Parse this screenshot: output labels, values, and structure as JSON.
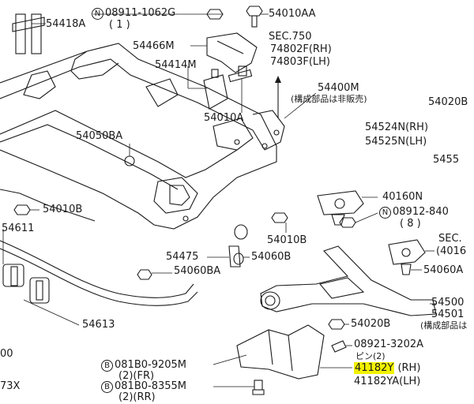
{
  "labels": {
    "p54418A": "54418A",
    "p08911": "08911-1062G",
    "p08911_qty": "( 1 )",
    "p54010AA": "54010AA",
    "p54466M": "54466M",
    "sec750": "SEC.750",
    "p74802F": "74802F(RH)",
    "p74803F": "74803F(LH)",
    "p54414M": "54414M",
    "p54400M": "54400M",
    "p54400M_note": "(構成部品は非販売)",
    "p54020B_r": "54020B",
    "p54524N": "54524N(RH)",
    "p54525N": "54525N(LH)",
    "p54010A": "54010A",
    "p54050BA": "54050BA",
    "p5455x": "5455",
    "p54010B_l": "54010B",
    "p40160N": "40160N",
    "p08912": "08912-840",
    "p08912_qty": "( 8 )",
    "p54611": "54611",
    "p54010B_m": "54010B",
    "sec_r": "SEC.",
    "sec_r2": "(4016",
    "p54475": "54475",
    "p54060B": "54060B",
    "p54060BA": "54060BA",
    "p54060A": "54060A",
    "p54500": "54500",
    "p54501": "54501",
    "p54501_note": "(構成部品は",
    "p54613": "54613",
    "p54020B": "54020B",
    "p08921": "08921-3202A",
    "p08921_pin": "ピン(2)",
    "p41182Y": "41182Y",
    "p41182Y_side": "(RH)",
    "p41182YA": "41182YA(LH)",
    "p081B0_9205M": "081B0-9205M",
    "p081B0_9205M_qty": "(2)(FR)",
    "p081B0_8355M": "081B0-8355M",
    "p081B0_8355M_qty": "(2)(RR)",
    "left_00": "00",
    "left_73x": "73X",
    "sym_N": "N",
    "sym_B": "B"
  },
  "colors": {
    "line": "#1a1a1a",
    "highlight": "#f2f200",
    "background": "#ffffff"
  }
}
